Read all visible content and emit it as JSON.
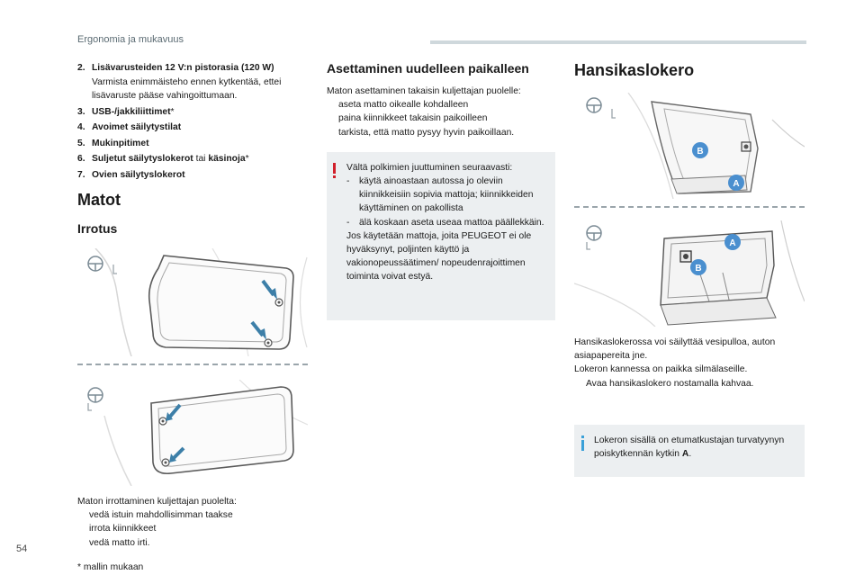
{
  "header": {
    "title": "Ergonomia ja mukavuus"
  },
  "page_number": "54",
  "col1": {
    "list": [
      {
        "num": "2.",
        "bold": "Lisävarusteiden 12 V:n pistorasia (120 W)",
        "rest": "",
        "sub": "Varmista enimmäisteho ennen kytkentää, ettei lisävaruste pääse vahingoittumaan."
      },
      {
        "num": "3.",
        "bold": "USB-/jakkiliittimet",
        "rest": "*",
        "sub": ""
      },
      {
        "num": "4.",
        "bold": "Avoimet säilytystilat",
        "rest": "",
        "sub": ""
      },
      {
        "num": "5.",
        "bold": "Mukinpitimet",
        "rest": "",
        "sub": ""
      },
      {
        "num": "6.",
        "bold": "Suljetut säilytyslokerot",
        "rest": " tai ",
        "bold2": "käsinoja",
        "rest2": "*",
        "sub": ""
      },
      {
        "num": "7.",
        "bold": "Ovien säilytyslokerot",
        "rest": "",
        "sub": ""
      }
    ],
    "section_title": "Matot",
    "subsection_title": "Irrotus",
    "intro": "Maton irrottaminen kuljettajan puolelta:",
    "bullets": [
      "vedä istuin mahdollisimman taakse",
      "irrota kiinnikkeet",
      "vedä matto irti."
    ],
    "footnote_mark": "*",
    "footnote": "mallin mukaan"
  },
  "col2": {
    "title": "Asettaminen uudelleen paikalleen",
    "intro": "Maton asettaminen takaisin kuljettajan puolelle:",
    "bullets": [
      "aseta matto oikealle kohdalleen",
      "paina kiinnikkeet takaisin paikoilleen",
      "tarkista, että matto pysyy hyvin paikoillaan."
    ],
    "warning": {
      "intro": "Vältä polkimien juuttuminen seuraavasti:",
      "items": [
        "käytä ainoastaan autossa jo oleviin kiinnikkeisiin sopivia mattoja; kiinnikkeiden käyttäminen on pakollista",
        "älä koskaan aseta useaa mattoa päällekkäin."
      ],
      "outro": "Jos käytetään mattoja, joita PEUGEOT ei ole hyväksynyt, poljinten käyttö ja vakionopeussäätimen/ nopeudenrajoittimen toiminta voivat estyä."
    }
  },
  "col3": {
    "title": "Hansikaslokero",
    "label_a": "A",
    "label_b": "B",
    "para1": "Hansikaslokerossa voi säilyttää vesipulloa, auton asiapapereita jne.",
    "para2": "Lokeron kannessa on paikka silmälaseille.",
    "bullet": "Avaa hansikaslokero nostamalla kahvaa.",
    "info_pre": "Lokeron sisällä on etumatkustajan turvatyynyn poiskytkennän kytkin ",
    "info_bold": "A",
    "info_post": "."
  },
  "bullet_glyph": "",
  "dash_glyph": "-",
  "colors": {
    "accent_blue": "#3aa0d8",
    "warning_red": "#d1202b",
    "box_bg": "#eceff1",
    "arrow_blue": "#3d7fa8",
    "label_blue": "#4a8fcf"
  }
}
